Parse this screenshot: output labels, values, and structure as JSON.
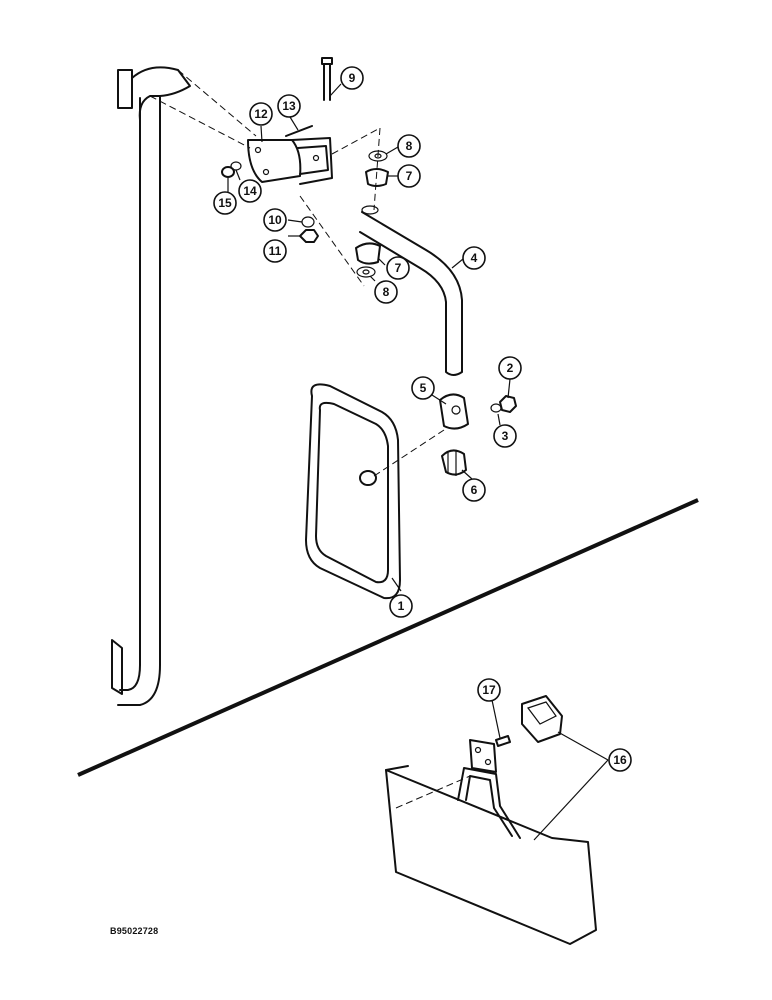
{
  "figure": {
    "reference_code": "B95022728"
  },
  "callouts": [
    {
      "id": "c1",
      "label": "1"
    },
    {
      "id": "c2",
      "label": "2"
    },
    {
      "id": "c3",
      "label": "3"
    },
    {
      "id": "c4",
      "label": "4"
    },
    {
      "id": "c5",
      "label": "5"
    },
    {
      "id": "c6",
      "label": "6"
    },
    {
      "id": "c7a",
      "label": "7"
    },
    {
      "id": "c7b",
      "label": "7"
    },
    {
      "id": "c8a",
      "label": "8"
    },
    {
      "id": "c8b",
      "label": "8"
    },
    {
      "id": "c9",
      "label": "9"
    },
    {
      "id": "c10",
      "label": "10"
    },
    {
      "id": "c11",
      "label": "11"
    },
    {
      "id": "c12",
      "label": "12"
    },
    {
      "id": "c13",
      "label": "13"
    },
    {
      "id": "c14",
      "label": "14"
    },
    {
      "id": "c15",
      "label": "15"
    },
    {
      "id": "c16",
      "label": "16"
    },
    {
      "id": "c17",
      "label": "17"
    }
  ]
}
